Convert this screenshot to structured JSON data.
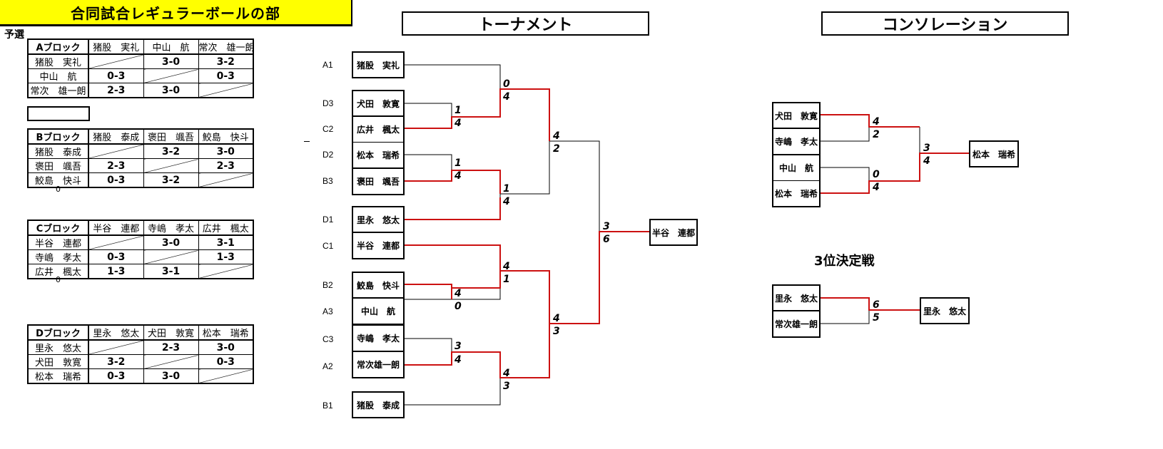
{
  "title": "合同試合レギュラーボールの部",
  "prelim_label": "予選",
  "blocks": [
    {
      "name": "Aブロック",
      "players": [
        "猪股　実礼",
        "中山　航",
        "常次　雄一朗"
      ],
      "results": [
        [
          "",
          "3-0",
          "3-2"
        ],
        [
          "0-3",
          "",
          "0-3"
        ],
        [
          "2-3",
          "3-0",
          ""
        ]
      ],
      "footer": ""
    },
    {
      "name": "Bブロック",
      "players": [
        "猪股　泰成",
        "褒田　颯吾",
        "鮫島　快斗"
      ],
      "results": [
        [
          "",
          "3-2",
          "3-0"
        ],
        [
          "2-3",
          "",
          "2-3"
        ],
        [
          "0-3",
          "3-2",
          ""
        ]
      ],
      "footer": "0"
    },
    {
      "name": "Cブロック",
      "players": [
        "半谷　連都",
        "寺嶋　孝太",
        "広井　楓太"
      ],
      "results": [
        [
          "",
          "3-0",
          "3-1"
        ],
        [
          "0-3",
          "",
          "1-3"
        ],
        [
          "1-3",
          "3-1",
          ""
        ]
      ],
      "footer": "0"
    },
    {
      "name": "Dブロック",
      "players": [
        "里永　悠太",
        "犬田　敦寛",
        "松本　瑞希"
      ],
      "results": [
        [
          "",
          "2-3",
          "3-0"
        ],
        [
          "3-2",
          "",
          "0-3"
        ],
        [
          "0-3",
          "3-0",
          ""
        ]
      ],
      "footer": ""
    }
  ],
  "tournament": {
    "title": "トーナメント",
    "entries": [
      {
        "seed": "A1",
        "name": "猪股　実礼"
      },
      {
        "seed": "D3",
        "name": "犬田　敦寛"
      },
      {
        "seed": "C2",
        "name": "広井　楓太"
      },
      {
        "seed": "D2",
        "name": "松本　瑞希"
      },
      {
        "seed": "B3",
        "name": "褒田　颯吾"
      },
      {
        "seed": "D1",
        "name": "里永　悠太"
      },
      {
        "seed": "C1",
        "name": "半谷　連都"
      },
      {
        "seed": "B2",
        "name": "鮫島　快斗"
      },
      {
        "seed": "A3",
        "name": "中山　航"
      },
      {
        "seed": "C3",
        "name": "寺嶋　孝太"
      },
      {
        "seed": "A2",
        "name": "常次雄一朗"
      },
      {
        "seed": "B1",
        "name": "猪股　泰成"
      }
    ],
    "scores": {
      "r1_a": [
        "1",
        "4"
      ],
      "r1_b": [
        "1",
        "4"
      ],
      "r1_c": [
        "4",
        "0"
      ],
      "r1_d": [
        "3",
        "4"
      ],
      "r2_a": [
        "0",
        "4"
      ],
      "r2_b": [
        "1",
        "4"
      ],
      "r2_c": [
        "4",
        "1"
      ],
      "r2_d": [
        "4",
        "3"
      ],
      "sf_a": [
        "4",
        "2"
      ],
      "sf_b": [
        "4",
        "3"
      ],
      "final": [
        "3",
        "6"
      ]
    },
    "champion": "半谷　連都"
  },
  "consolation": {
    "title": "コンソレーション",
    "entries": [
      "犬田　敦寛",
      "寺嶋　孝太",
      "中山　航",
      "松本　瑞希"
    ],
    "scores": {
      "m1": [
        "4",
        "2"
      ],
      "m2": [
        "0",
        "4"
      ],
      "final": [
        "3",
        "4"
      ]
    },
    "winner": "松本　瑞希"
  },
  "third_place": {
    "title": "3位決定戦",
    "entries": [
      "里永　悠太",
      "常次雄一朗"
    ],
    "scores": [
      "6",
      "5"
    ],
    "winner": "里永　悠太"
  },
  "colors": {
    "winner_line": "#cc1111",
    "title_bg": "#ffff00"
  }
}
